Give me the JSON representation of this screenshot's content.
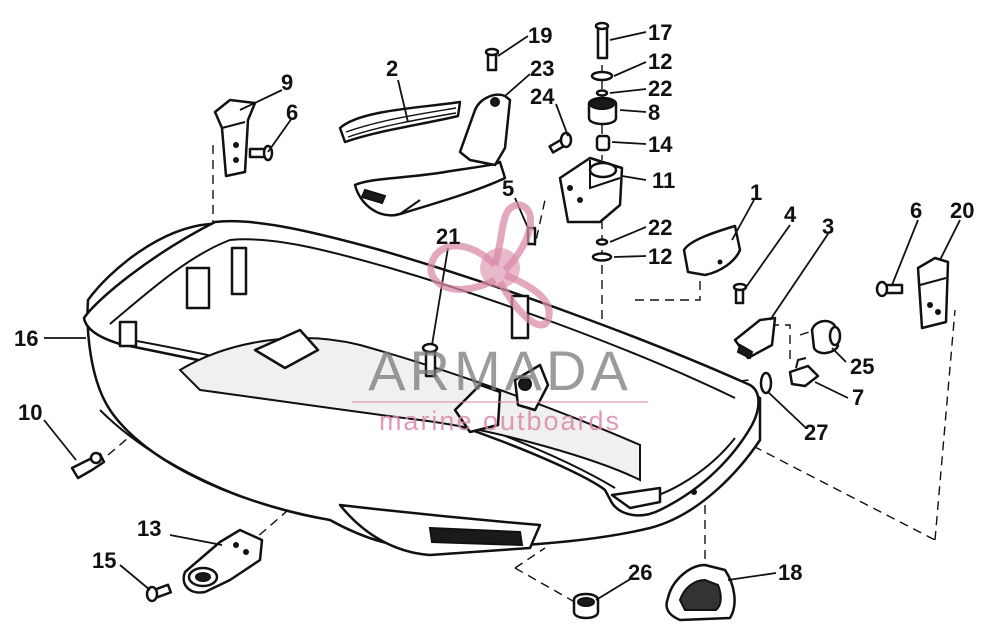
{
  "callouts": {
    "c1": "1",
    "c2": "2",
    "c3": "3",
    "c4": "4",
    "c5": "5",
    "c6a": "6",
    "c6b": "6",
    "c7": "7",
    "c8": "8",
    "c9": "9",
    "c10": "10",
    "c11": "11",
    "c12a": "12",
    "c12b": "12",
    "c13": "13",
    "c14": "14",
    "c15": "15",
    "c16": "16",
    "c17": "17",
    "c18": "18",
    "c19": "19",
    "c20": "20",
    "c21": "21",
    "c22a": "22",
    "c22b": "22",
    "c23": "23",
    "c24": "24",
    "c25": "25",
    "c26": "26",
    "c27": "27"
  },
  "watermark": {
    "brand": "ARMADA",
    "tagline": "marine outboards",
    "color": "#d98aa8"
  },
  "colors": {
    "ink": "#111111",
    "background": "#ffffff"
  }
}
